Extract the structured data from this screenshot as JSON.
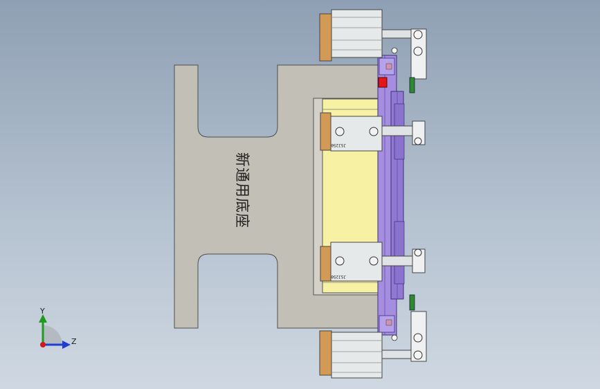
{
  "model": {
    "base_label": "新通用底座",
    "cylinder_marking": "JSJ250"
  },
  "triad": {
    "y_label": "Y",
    "z_label": "Z"
  },
  "colors": {
    "background_top": "#8fa0b4",
    "background_bottom": "#cfd8e2",
    "base_plate": "#c2c0b6",
    "block_yellow": "#f7f1a4",
    "pad_orange": "#d39a56",
    "fixture_purple": "#a58ee0",
    "marker_red": "#e01818",
    "marker_green": "#2f8a2f",
    "cylinder_silver": "#e6e9ea"
  }
}
